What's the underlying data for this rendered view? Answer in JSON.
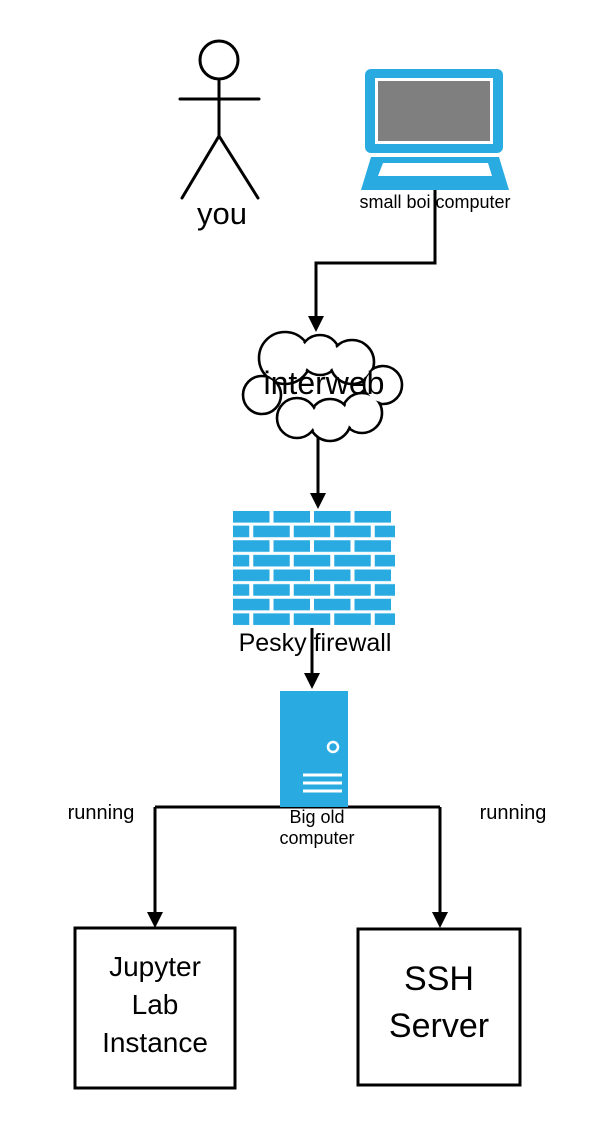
{
  "diagram": {
    "colors": {
      "accent_blue": "#29abe2",
      "screen_gray": "#7f7f7f",
      "line_black": "#000000",
      "background": "#ffffff"
    },
    "nodes": {
      "user": {
        "label": "you"
      },
      "laptop": {
        "label": "small boi computer"
      },
      "internet": {
        "label": "interweb"
      },
      "firewall": {
        "label": "Pesky firewall"
      },
      "server": {
        "label_lines": [
          "Big old",
          "computer"
        ]
      },
      "jupyter": {
        "label_lines": [
          "Jupyter",
          "Lab",
          "Instance"
        ]
      },
      "ssh": {
        "label_lines": [
          "SSH",
          "Server"
        ]
      }
    },
    "edges": {
      "left_running_label": "running",
      "right_running_label": "running"
    }
  }
}
